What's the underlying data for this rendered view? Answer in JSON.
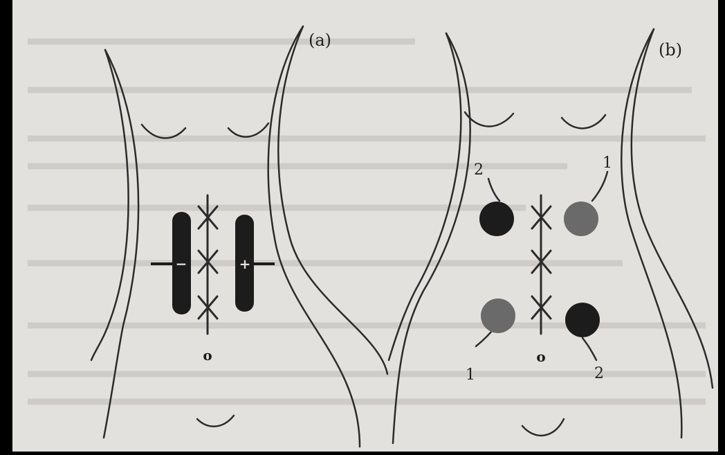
{
  "figure": {
    "panels": [
      {
        "label": "(a)",
        "electrode_signs": [
          "−",
          "+"
        ],
        "navel_mark": "o"
      },
      {
        "label": "(b)",
        "electrode_numbers": [
          "2",
          "1",
          "1",
          "2"
        ],
        "navel_mark": "o"
      }
    ]
  },
  "colors": {
    "page_background": "#e3e1de",
    "ink": "#2b2b2b",
    "electrode_dark": "#1c1c1c",
    "electrode_grey": "#6a6a6a",
    "outer_border": "#000000"
  }
}
